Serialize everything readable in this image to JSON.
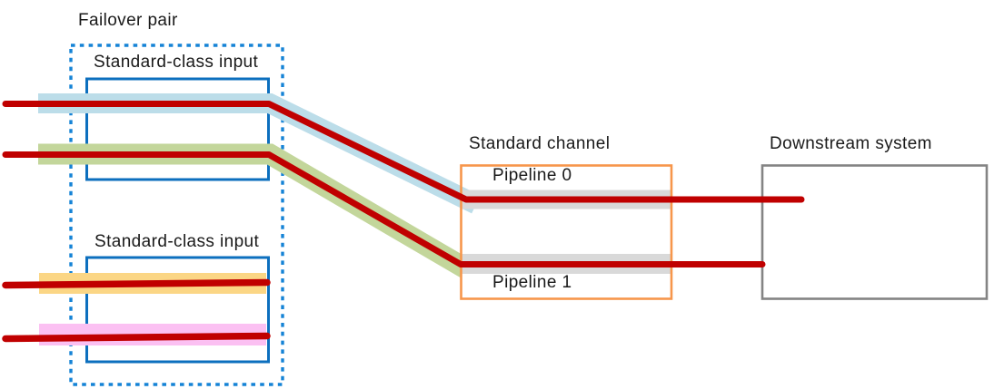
{
  "diagram": {
    "failover_pair": {
      "label": "Failover pair"
    },
    "inputs": [
      {
        "label": "Standard-class input"
      },
      {
        "label": "Standard-class input"
      }
    ],
    "channel": {
      "label": "Standard channel",
      "pipelines": [
        {
          "label": "Pipeline 0"
        },
        {
          "label": "Pipeline 1"
        }
      ]
    },
    "downstream": {
      "label": "Downstream system"
    }
  },
  "colors": {
    "red_signal": "#C00000",
    "box_blue": "#0C6FBE",
    "dashed_blue": "#1583D6",
    "ribbon_blue": "#BCDDE9",
    "ribbon_green": "#C3D69B",
    "ribbon_yellow": "#FBD685",
    "ribbon_pink": "#FBC0F2",
    "ribbon_gray": "#D9D9D9",
    "channel_orange": "#F7964B",
    "downstream_gray": "#848484",
    "text": "#1A1A1A"
  }
}
